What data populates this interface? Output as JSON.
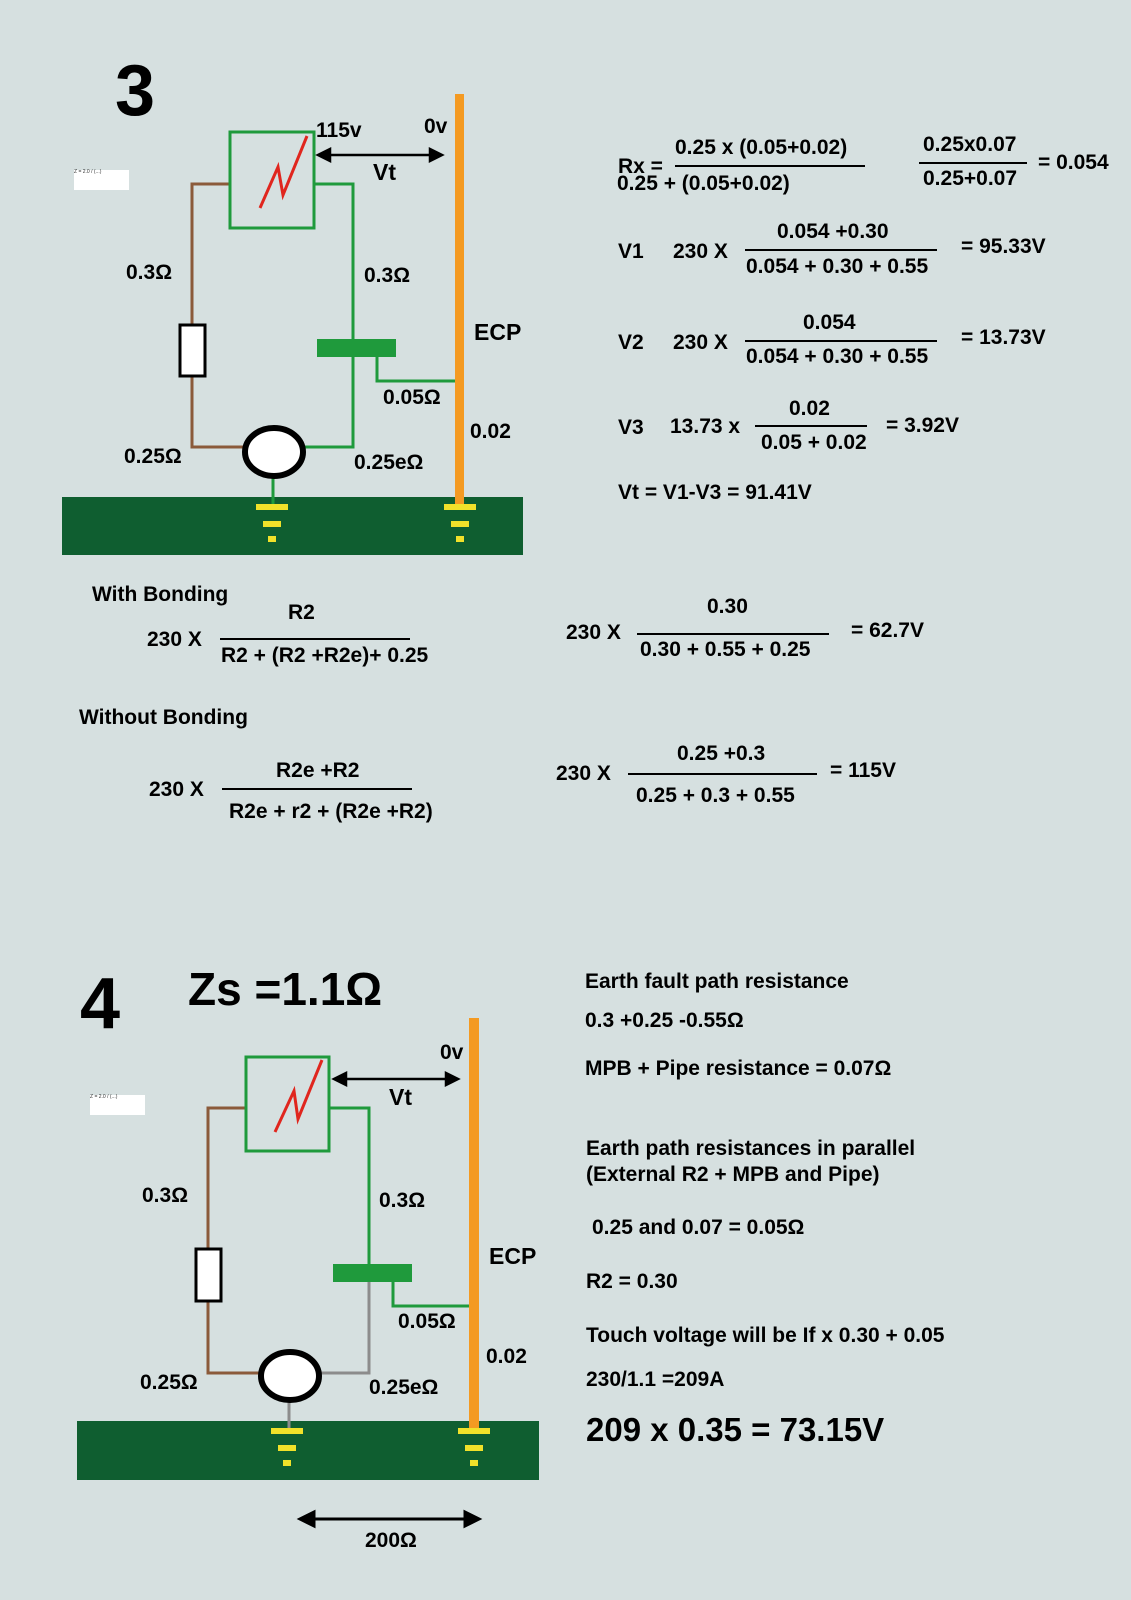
{
  "d3": {
    "number": "3",
    "v115": "115v",
    "v0": "0v",
    "vt": "Vt",
    "r_top_left": "0.3Ω",
    "r_top_right": "0.3Ω",
    "ecp": "ECP",
    "r_mpb": "0.05Ω",
    "r_pipe": "0.02",
    "r_bottom_left": "0.25Ω",
    "r_bottom_right": "0.25eΩ",
    "mini_formula": "Z = 2.0 / (...)"
  },
  "calc3": {
    "rx_label": "Rx =",
    "rx_num": "0.25 x  (0.05+0.02)",
    "rx_den": "0.25 +  (0.05+0.02)",
    "rx2_num": "0.25x0.07",
    "rx2_den": "0.25+0.07",
    "rx2_res": "= 0.054",
    "v1_label": "V1",
    "v1_mul": "230 X",
    "v1_num": "0.054 +0.30",
    "v1_den": "0.054 + 0.30 + 0.55",
    "v1_res": "=  95.33V",
    "v2_label": "V2",
    "v2_mul": "230 X",
    "v2_num": "0.054",
    "v2_den": "0.054 + 0.30 + 0.55",
    "v2_res": "=  13.73V",
    "v3_label": "V3",
    "v3_mul": "13.73 x",
    "v3_num": "0.02",
    "v3_den": "0.05 + 0.02",
    "v3_res": "=  3.92V",
    "vt_line": "Vt = V1-V3   = 91.41V"
  },
  "bonding": {
    "with_title": "With Bonding",
    "with_mul": "230 X",
    "with_num": "R2",
    "with_den": "R2 + (R2 +R2e)+ 0.25",
    "with2_mul": "230 X",
    "with2_num": "0.30",
    "with2_den": "0.30 + 0.55 + 0.25",
    "with2_res": "=  62.7V",
    "without_title": "Without Bonding",
    "without_mul": "230 X",
    "without_num": "R2e +R2",
    "without_den": "R2e + r2 + (R2e +R2)",
    "without2_mul": "230 X",
    "without2_num": "0.25 +0.3",
    "without2_den": "0.25 + 0.3 + 0.55",
    "without2_res": "=  115V"
  },
  "d4": {
    "number": "4",
    "zs": "Zs =1.1Ω",
    "v0": "0v",
    "vt": "Vt",
    "r_top_left": "0.3Ω",
    "r_top_right": "0.3Ω",
    "ecp": "ECP",
    "r_mpb": "0.05Ω",
    "r_pipe": "0.02",
    "r_bottom_left": "0.25Ω",
    "r_bottom_right": "0.25eΩ",
    "ground_r": "200Ω",
    "mini_formula": "Z = 2.0 / (...)"
  },
  "calc4": {
    "l1": "Earth fault path resistance",
    "l2": "0.3 +0.25 -0.55Ω",
    "l3": "MPB + Pipe resistance = 0.07Ω",
    "l4": "Earth path resistances in parallel",
    "l5": "(External R2 + MPB and Pipe)",
    "l6": "0.25 and 0.07 = 0.05Ω",
    "l7": "R2 = 0.30",
    "l8": "Touch voltage will be  If x 0.30 + 0.05",
    "l9": "230/1.1 =209A",
    "l10": "209 x 0.35 = 73.15V"
  },
  "colors": {
    "background": "#d6e0e0",
    "ground": "#0f5e30",
    "ecp": "#f49a22",
    "green_wire": "#1f9a3c",
    "brown_wire": "#8b5a3a",
    "grey_wire": "#8c8c8c",
    "fault": "#e0261e",
    "earth_symbol": "#f1e12a"
  }
}
